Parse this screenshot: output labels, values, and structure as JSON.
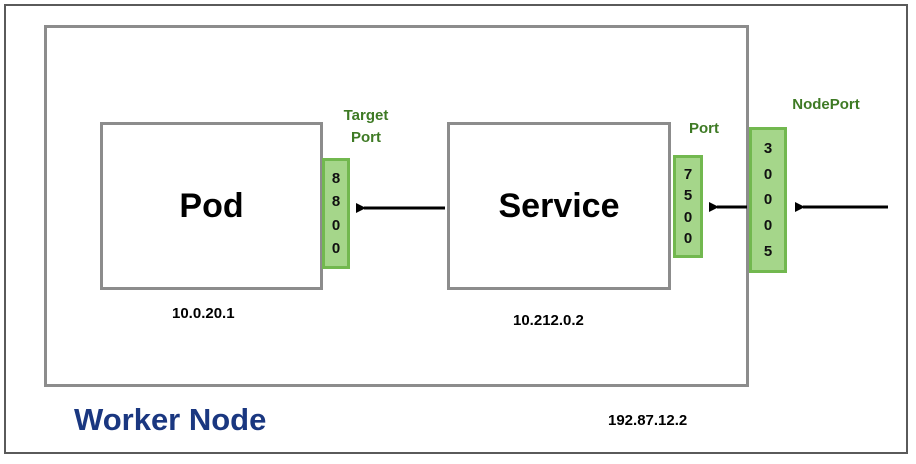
{
  "worker_node": {
    "title": "Worker Node",
    "ip": "192.87.12.2"
  },
  "pod": {
    "label": "Pod",
    "ip": "10.0.20.1"
  },
  "service": {
    "label": "Service",
    "ip": "10.212.0.2"
  },
  "ports": {
    "target_port": {
      "label_line1": "Target",
      "label_line2": "Port",
      "digits": [
        "8",
        "8",
        "0",
        "0"
      ]
    },
    "service_port": {
      "label": "Port",
      "digits": [
        "7",
        "5",
        "0",
        "0"
      ]
    },
    "node_port": {
      "label": "NodePort",
      "digits": [
        "3",
        "0",
        "0",
        "0",
        "5"
      ]
    }
  },
  "colors": {
    "port_fill": "#a5d68a",
    "port_border": "#72b84f",
    "port_label": "#3e7a24",
    "title": "#1a3780",
    "box_border": "#8c8c8c"
  }
}
